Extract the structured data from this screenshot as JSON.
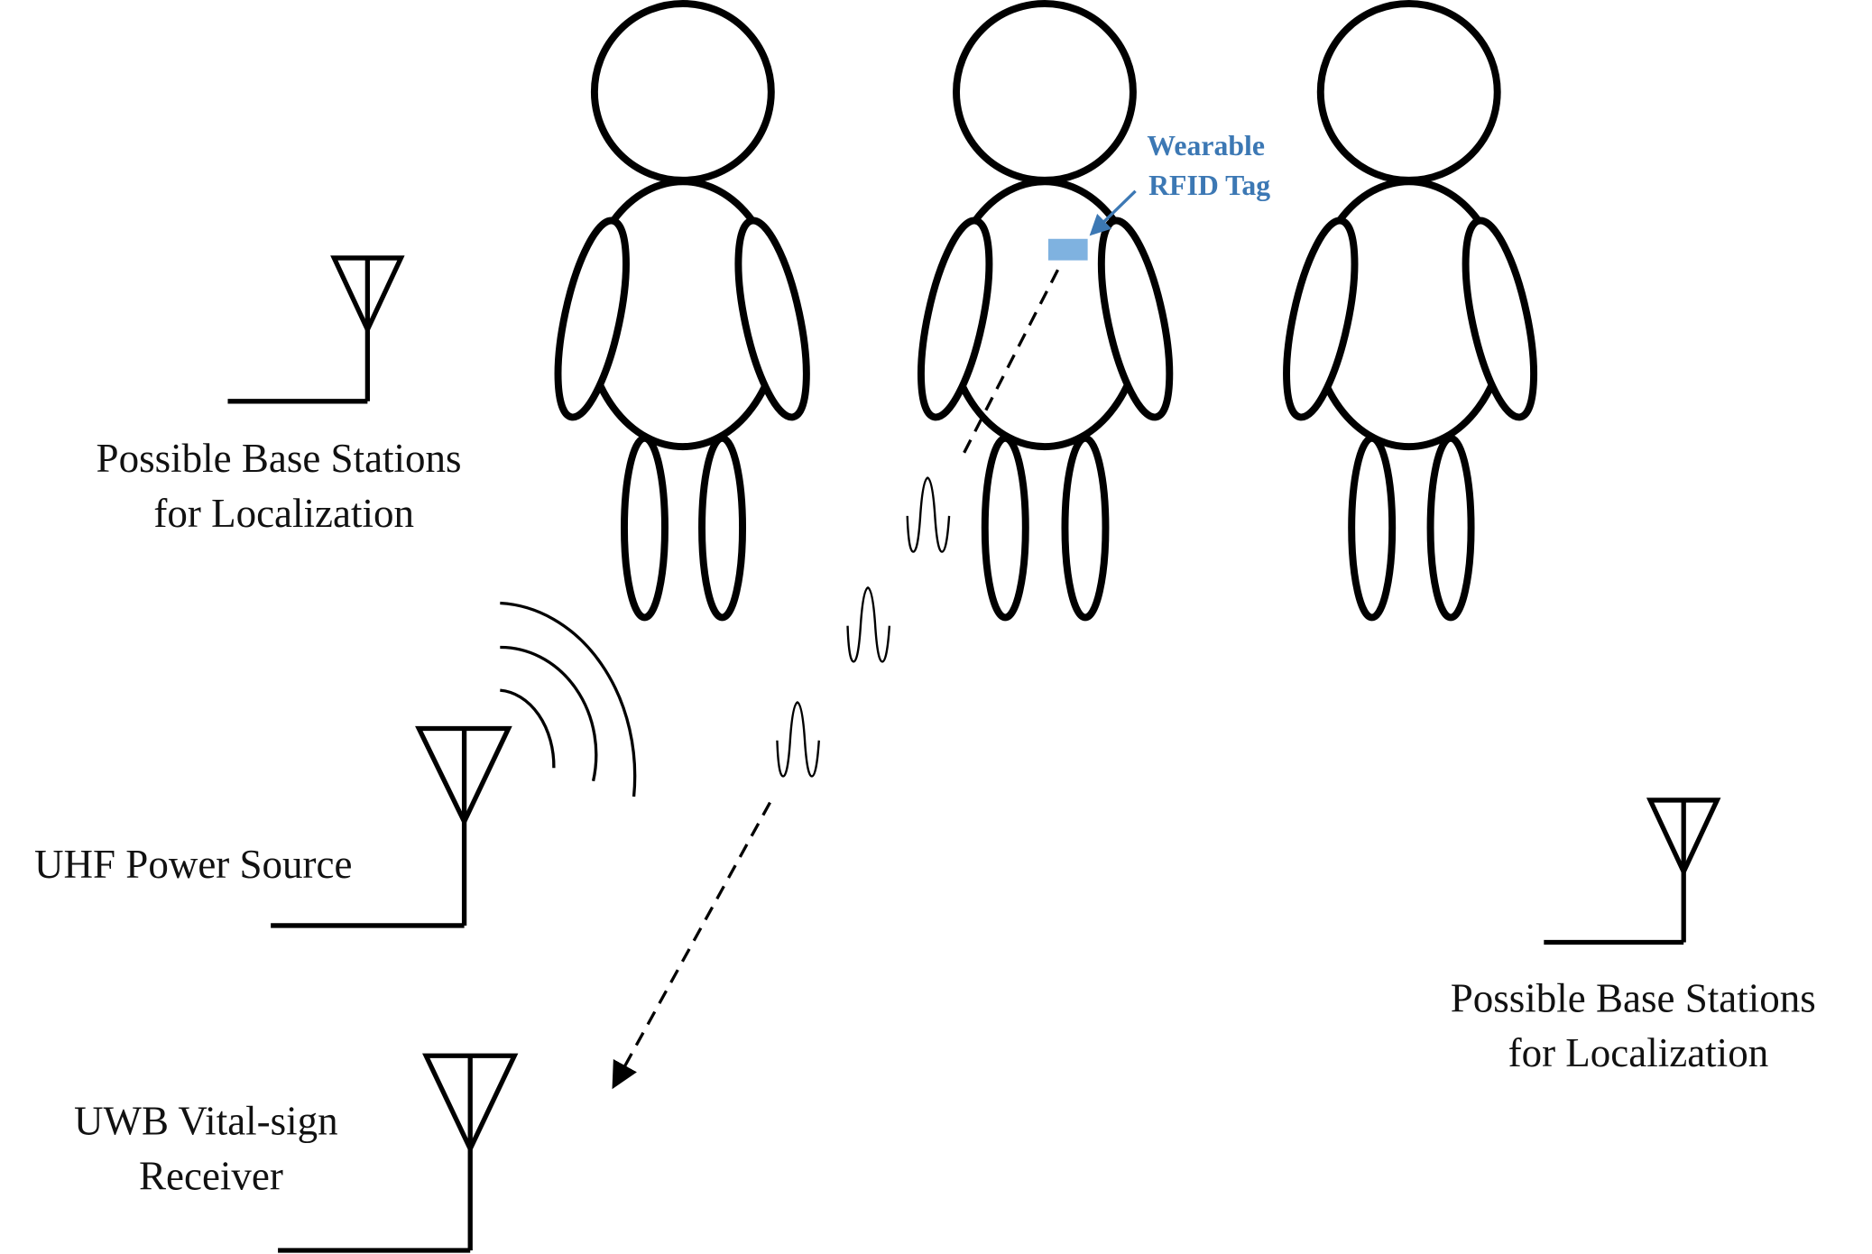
{
  "labels": {
    "base_station_left": [
      "Possible Base Stations",
      "for Localization"
    ],
    "base_station_right": [
      "Possible Base Stations",
      "for Localization"
    ],
    "uhf_power_source": "UHF Power Source",
    "uwb_receiver": [
      "UWB Vital-sign",
      "Receiver"
    ],
    "rfid_tag": [
      "Wearable",
      "RFID Tag"
    ]
  },
  "colors": {
    "line": "#000000",
    "tag_fill": "#7fb2e0",
    "tag_label": "#3c78b4"
  },
  "icons": {
    "antenna": "antenna-icon",
    "person": "person-icon",
    "radio_waves": "radio-waves-icon",
    "uwb_pulse": "pulse-icon"
  }
}
